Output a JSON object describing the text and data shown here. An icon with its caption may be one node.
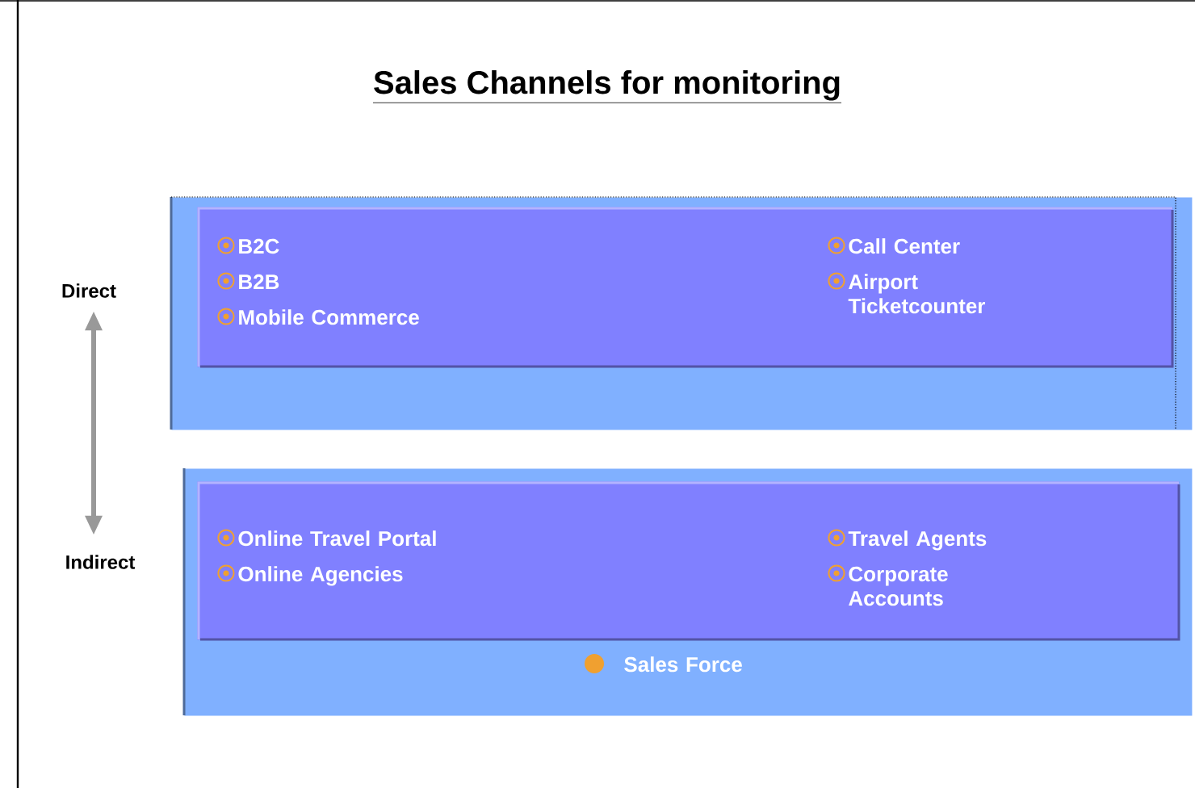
{
  "diagram": {
    "title": "Sales Channels for monitoring",
    "nodes": [
      {
        "text": [
          "Direct"
        ]
      },
      {
        "text": [
          "Indirect"
        ]
      },
      {
        "text": [],
        "shape": "box"
      },
      {
        "text": [
          "B2C",
          "B2B",
          "Mobile Commerce",
          "Call Center",
          "Airport Ticketcounter"
        ],
        "in": 2
      },
      {
        "text": [
          "Sales Force"
        ]
      },
      {
        "text": [
          "Online Travel Portal",
          "Online Agencies",
          "Travel Agents",
          "Corporate Accounts"
        ],
        "in": 4
      }
    ],
    "edges": [
      {
        "from": 0,
        "to": 1,
        "arrow": "both",
        "color": "#999999"
      }
    ]
  }
}
